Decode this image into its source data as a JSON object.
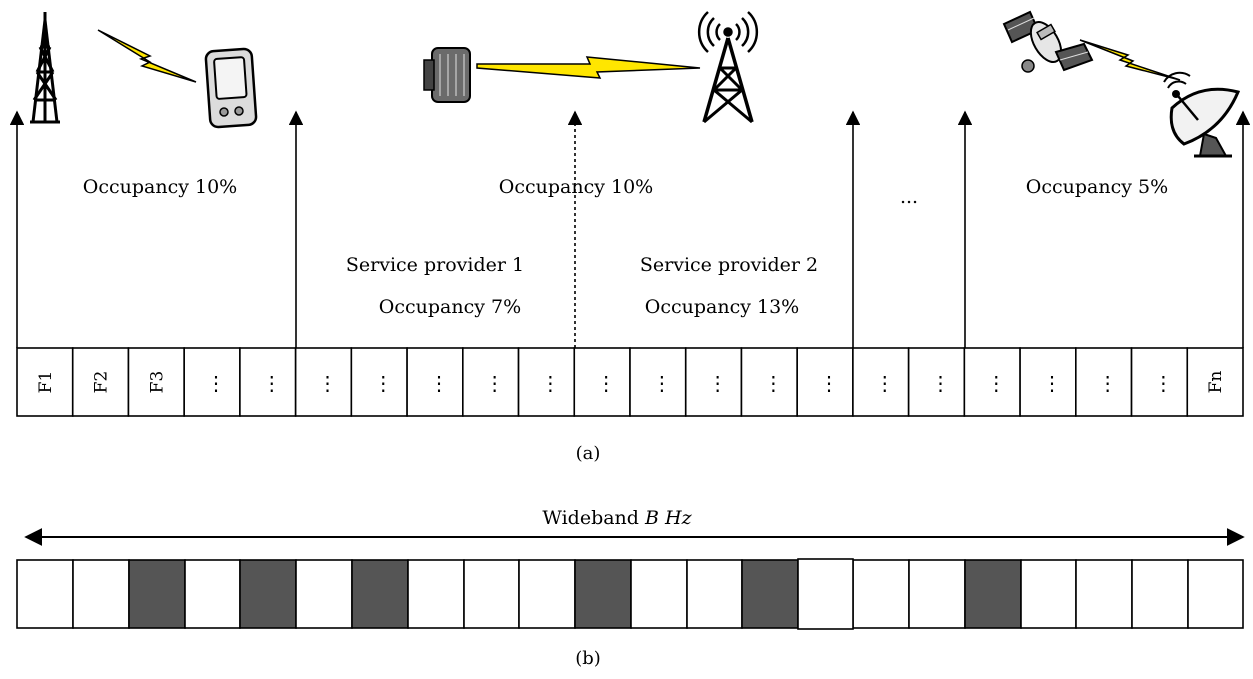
{
  "panel_a": {
    "occupancy_labels": [
      "Occupancy 10%",
      "Occupancy 10%",
      "Occupancy 5%"
    ],
    "ellipsis": "...",
    "provider_1": {
      "name": "Service provider 1",
      "occupancy": "Occupancy 7%"
    },
    "provider_2": {
      "name": "Service provider 2",
      "occupancy": "Occupancy 13%"
    },
    "cell_labels": [
      "F1",
      "F2",
      "F3",
      "Fn"
    ],
    "caption": "(a)"
  },
  "panel_b": {
    "wideband_prefix": "Wideband ",
    "wideband_var": "B Hz",
    "caption": "(b)",
    "occupied": [
      false,
      false,
      true,
      false,
      true,
      false,
      true,
      false,
      false,
      false,
      true,
      false,
      false,
      true,
      false,
      false,
      true,
      false,
      false,
      false,
      false
    ]
  },
  "icons": [
    "cell-tower-icon",
    "lightning-icon",
    "pda-device-icon",
    "antenna-panel-icon",
    "broadcast-tower-icon",
    "satellite-icon",
    "satellite-dish-icon"
  ],
  "colors": {
    "occupied_fill": "#555555",
    "line": "#000000",
    "background": "#ffffff"
  }
}
